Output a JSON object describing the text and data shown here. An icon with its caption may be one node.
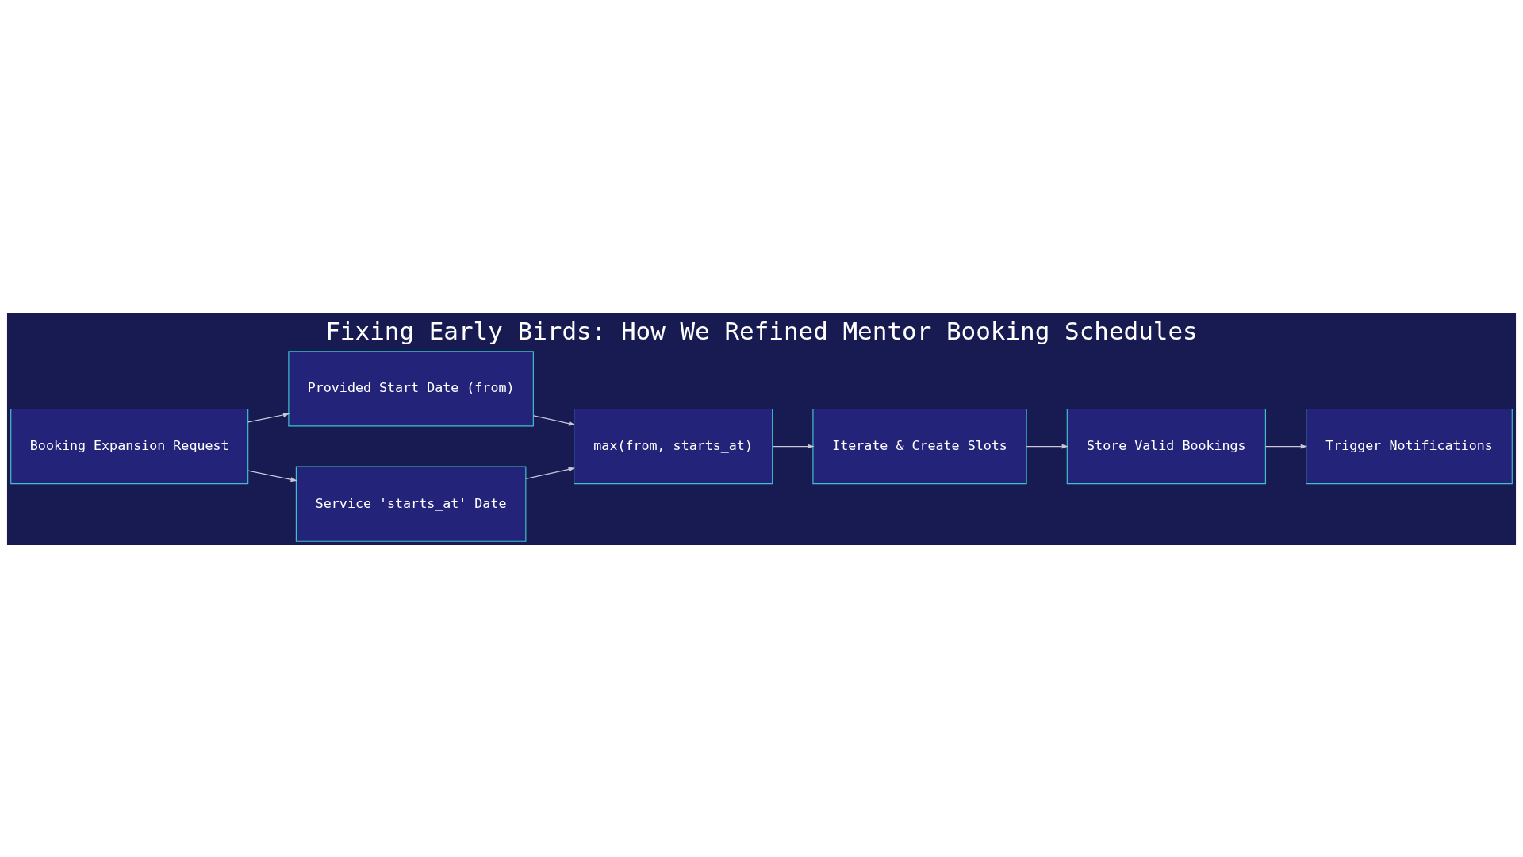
{
  "diagram": {
    "title": "Fixing Early Birds: How We Refined Mentor Booking Schedules",
    "nodes": [
      {
        "text": [
          "Booking Expansion Request"
        ]
      },
      {
        "text": [
          "Provided Start Date (from)"
        ]
      },
      {
        "text": [
          "Service 'starts_at' Date"
        ]
      },
      {
        "text": [
          "max(from, starts_at)"
        ]
      },
      {
        "text": [
          "Iterate & Create Slots"
        ]
      },
      {
        "text": [
          "Store Valid Bookings"
        ]
      },
      {
        "text": [
          "Trigger Notifications"
        ]
      }
    ],
    "edges": [
      {
        "from": 0,
        "to": 1,
        "arrow": "to"
      },
      {
        "from": 0,
        "to": 2,
        "arrow": "to"
      },
      {
        "from": 1,
        "to": 3,
        "arrow": "to"
      },
      {
        "from": 2,
        "to": 3,
        "arrow": "to"
      },
      {
        "from": 3,
        "to": 4,
        "arrow": "to"
      },
      {
        "from": 4,
        "to": 5,
        "arrow": "to"
      },
      {
        "from": 5,
        "to": 6,
        "arrow": "to"
      }
    ]
  }
}
